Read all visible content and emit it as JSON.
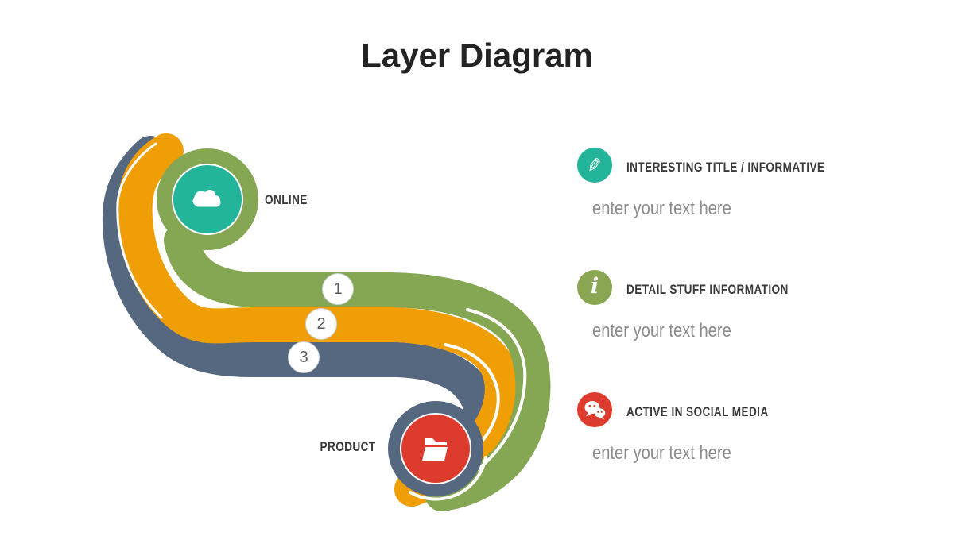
{
  "title": "Layer Diagram",
  "diagram": {
    "node_top": {
      "label": "ONLINE",
      "icon": "cloud-icon",
      "color": "#23b599"
    },
    "node_bottom": {
      "label": "PRODUCT",
      "icon": "folder-icon",
      "color": "#dd3b2d"
    },
    "steps": [
      {
        "number": "1",
        "layer_color": "#85a652"
      },
      {
        "number": "2",
        "layer_color": "#f09e06"
      },
      {
        "number": "3",
        "layer_color": "#566880"
      }
    ]
  },
  "legend": {
    "items": [
      {
        "icon": "pencil-icon",
        "glyph": "✎",
        "icon_bg": "#23b599",
        "title": "INTERESTING TITLE / INFORMATIVE",
        "text": "enter your text here"
      },
      {
        "icon": "info-icon",
        "glyph": "i",
        "icon_bg": "#8ba653",
        "title": "DETAIL STUFF INFORMATION",
        "text": "enter your text here"
      },
      {
        "icon": "wechat-icon",
        "icon_bg": "#dd3b2d",
        "title": "ACTIVE IN SOCIAL MEDIA",
        "text": "enter your text here"
      }
    ]
  },
  "colors": {
    "layer_green": "#85a652",
    "layer_orange": "#f09e06",
    "layer_slate": "#566880",
    "node_teal": "#23b599",
    "node_red": "#dd3b2d",
    "title_text": "#232323",
    "label_text": "#3a3a3a",
    "placeholder_text": "#8c8c8c",
    "background": "#ffffff"
  }
}
